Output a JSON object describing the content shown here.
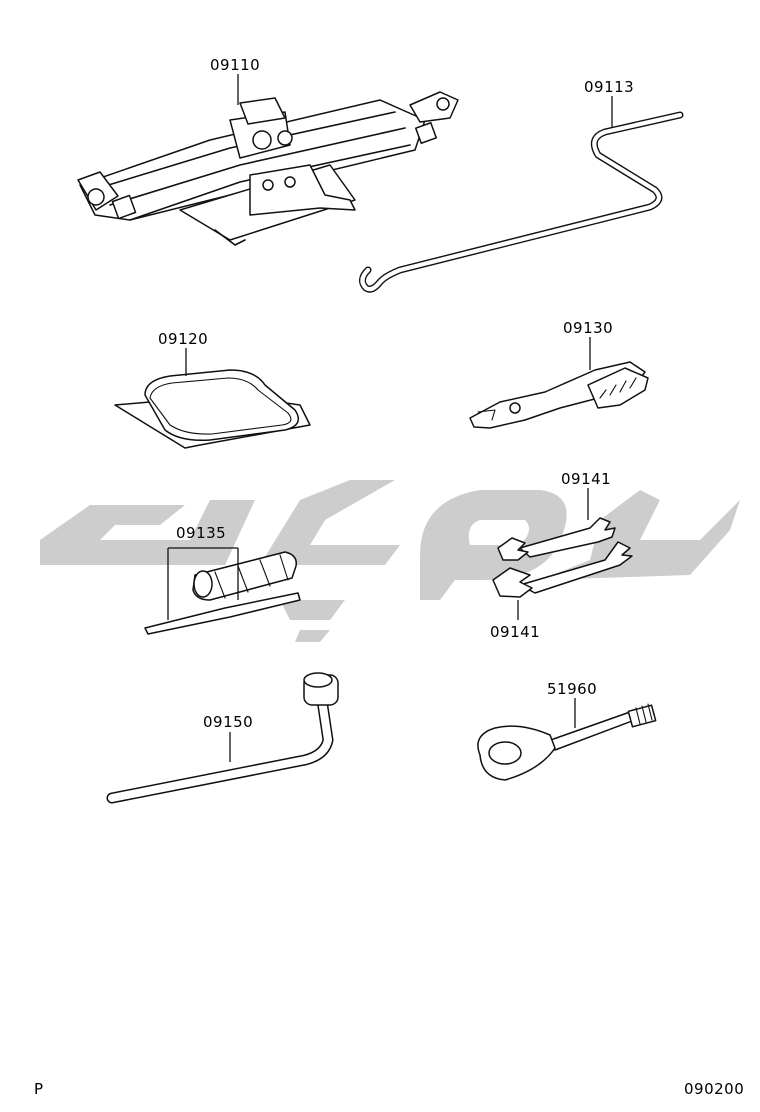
{
  "diagram": {
    "parts": [
      {
        "id": "jack",
        "number": "09110"
      },
      {
        "id": "jack-handle",
        "number": "09113"
      },
      {
        "id": "tool-bag",
        "number": "09120"
      },
      {
        "id": "pliers",
        "number": "09130"
      },
      {
        "id": "screwdriver",
        "number": "09135"
      },
      {
        "id": "wrench-upper",
        "number": "09141"
      },
      {
        "id": "wrench-lower",
        "number": "09141"
      },
      {
        "id": "wheel-nut-wrench",
        "number": "09150"
      },
      {
        "id": "spare-wheel-bolt",
        "number": "51960"
      }
    ],
    "corner_left": "P",
    "corner_right": "090200",
    "watermark_color": "#c8c8c8",
    "line_color": "#111111"
  }
}
